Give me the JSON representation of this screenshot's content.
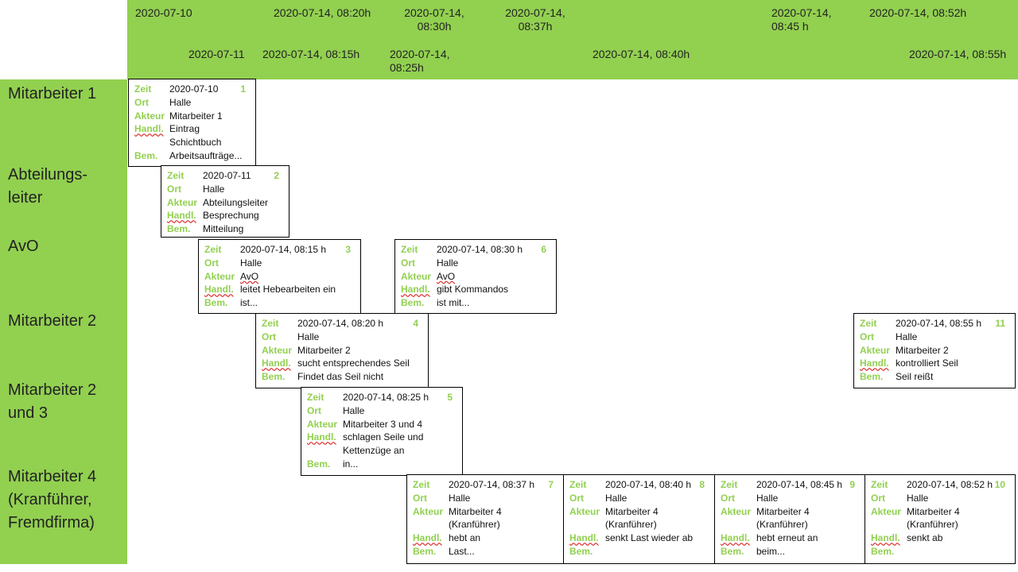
{
  "header": {
    "date_labels": [
      {
        "text": "2020-07-10"
      },
      {
        "text": "2020-07-14, 08:20h"
      },
      {
        "text": "2020-07-14,\n08:30h"
      },
      {
        "text": "2020-07-14,\n08:37h"
      },
      {
        "text": "2020-07-14,\n08:45 h"
      },
      {
        "text": "2020-07-14, 08:52h"
      },
      {
        "text": "2020-07-11"
      },
      {
        "text": "2020-07-14, 08:15h"
      },
      {
        "text": "2020-07-14,\n08:25h"
      },
      {
        "text": "2020-07-14, 08:40h"
      },
      {
        "text": "2020-07-14, 08:55h"
      }
    ]
  },
  "actors": [
    {
      "label": "Mitarbeiter 1"
    },
    {
      "label": "Abteilungs-\nleiter"
    },
    {
      "label": "AvO"
    },
    {
      "label": "Mitarbeiter 2"
    },
    {
      "label": "Mitarbeiter 2\nund 3"
    },
    {
      "label": "Mitarbeiter 4\n(Kranführer,\nFremdfirma)"
    }
  ],
  "field_labels": {
    "zeit": "Zeit",
    "ort": "Ort",
    "akteur": "Akteur",
    "handl": "Handl.",
    "bem": "Bem."
  },
  "cards": [
    {
      "number": "1",
      "zeit": "2020-07-10",
      "ort": "Halle",
      "akteur": "Mitarbeiter 1",
      "handl": "Eintrag\nSchichtbuch",
      "bem": "Arbeitsaufträge..."
    },
    {
      "number": "2",
      "zeit": "2020-07-11",
      "ort": "Halle",
      "akteur": "Abteilungsleiter",
      "handl": "Besprechung",
      "bem": "Mitteilung"
    },
    {
      "number": "3",
      "zeit": "2020-07-14, 08:15 h",
      "ort": "Halle",
      "akteur": "AvO",
      "handl": "leitet Hebearbeiten ein",
      "bem": "ist..."
    },
    {
      "number": "6",
      "zeit": "2020-07-14, 08:30 h",
      "ort": "Halle",
      "akteur": "AvO",
      "handl": "gibt Kommandos",
      "bem": "ist mit..."
    },
    {
      "number": "4",
      "zeit": "2020-07-14, 08:20  h",
      "ort": "Halle",
      "akteur": "Mitarbeiter 2",
      "handl": "sucht entsprechendes Seil",
      "bem": "Findet das Seil nicht"
    },
    {
      "number": "11",
      "zeit": "2020-07-14, 08:55 h",
      "ort": "Halle",
      "akteur": "Mitarbeiter 2",
      "handl": "kontrolliert Seil",
      "bem": "Seil reißt"
    },
    {
      "number": "5",
      "zeit": "2020-07-14, 08:25 h",
      "ort": "Halle",
      "akteur": "Mitarbeiter 3 und 4",
      "handl": "schlagen Seile und\nKettenzüge an",
      "bem": "in..."
    },
    {
      "number": "7",
      "zeit": "2020-07-14, 08:37 h",
      "ort": "Halle",
      "akteur": "Mitarbeiter 4\n(Kranführer)",
      "handl": "hebt an",
      "bem": "Last..."
    },
    {
      "number": "8",
      "zeit": "2020-07-14, 08:40 h",
      "ort": "Halle",
      "akteur": "Mitarbeiter 4\n(Kranführer)",
      "handl": "senkt Last wieder ab",
      "bem": ""
    },
    {
      "number": "9",
      "zeit": "2020-07-14, 08:45 h",
      "ort": "Halle",
      "akteur": "Mitarbeiter 4\n(Kranführer)",
      "handl": "hebt erneut an",
      "bem": "beim..."
    },
    {
      "number": "10",
      "zeit": "2020-07-14, 08:52 h",
      "ort": "Halle",
      "akteur": "Mitarbeiter 4\n(Kranführer)",
      "handl": "senkt ab",
      "bem": ""
    }
  ]
}
